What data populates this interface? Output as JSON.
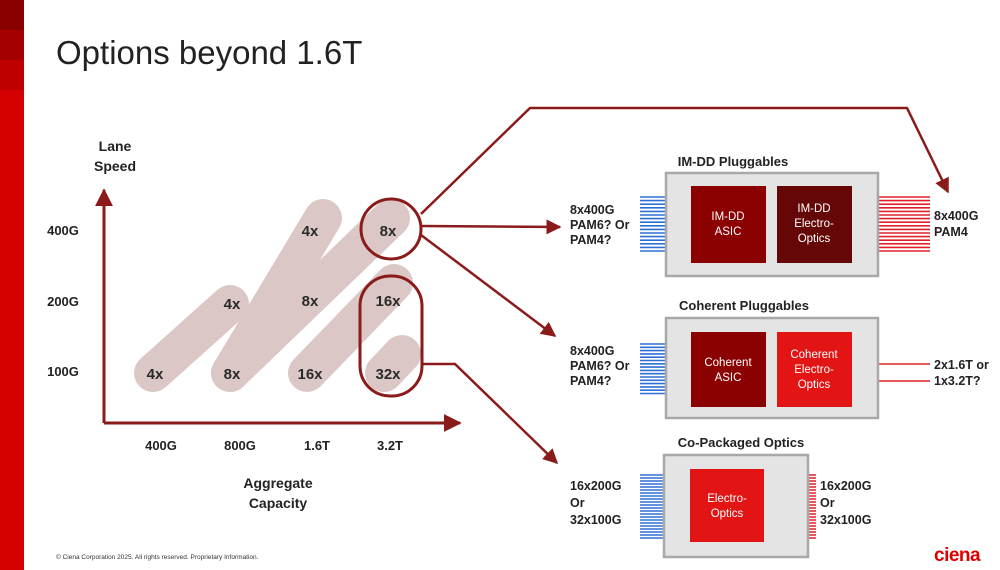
{
  "title": "Options beyond 1.6T",
  "colors": {
    "accent": "#d50000",
    "dark_red": "#8b1a1a",
    "lane_blue": "#2f6fd6",
    "lane_red": "#e0202a",
    "pill": "#dcc7c7"
  },
  "axes": {
    "y_label_1": "Lane",
    "y_label_2": "Speed",
    "x_label_1": "Aggregate",
    "x_label_2": "Capacity",
    "y_ticks": [
      "400G",
      "200G",
      "100G"
    ],
    "x_ticks": [
      "400G",
      "800G",
      "1.6T",
      "3.2T"
    ]
  },
  "grid_cells": {
    "c400_100": "4x",
    "c800_200": "4x",
    "c1600_400": "4x",
    "c800_100": "8x",
    "c1600_200": "8x",
    "c3200_400": "8x",
    "c1600_100": "16x",
    "c3200_200": "16x",
    "c3200_100": "32x"
  },
  "imdd": {
    "title": "IM-DD Pluggables",
    "left_label": [
      "8x400G",
      "PAM6? Or",
      "PAM4?"
    ],
    "asic": [
      "IM-DD",
      "ASIC"
    ],
    "optics": [
      "IM-DD",
      "Electro-",
      "Optics"
    ],
    "right_label": [
      "8x400G",
      "PAM4"
    ]
  },
  "coherent": {
    "title": "Coherent Pluggables",
    "left_label": [
      "8x400G",
      "PAM6? Or",
      "PAM4?"
    ],
    "asic": [
      "Coherent",
      "ASIC"
    ],
    "optics": [
      "Coherent",
      "Electro-",
      "Optics"
    ],
    "right_label": [
      "2x1.6T or",
      "1x3.2T?"
    ]
  },
  "cpo": {
    "title": "Co-Packaged Optics",
    "left_label": [
      "16x200G",
      "Or",
      "32x100G"
    ],
    "optics": [
      "Electro-",
      "Optics"
    ],
    "right_label": [
      "16x200G",
      "Or",
      "32x100G"
    ]
  },
  "footer": "© Ciena Corporation 2025. All rights reserved. Proprietary Information.",
  "logo": "ciena"
}
